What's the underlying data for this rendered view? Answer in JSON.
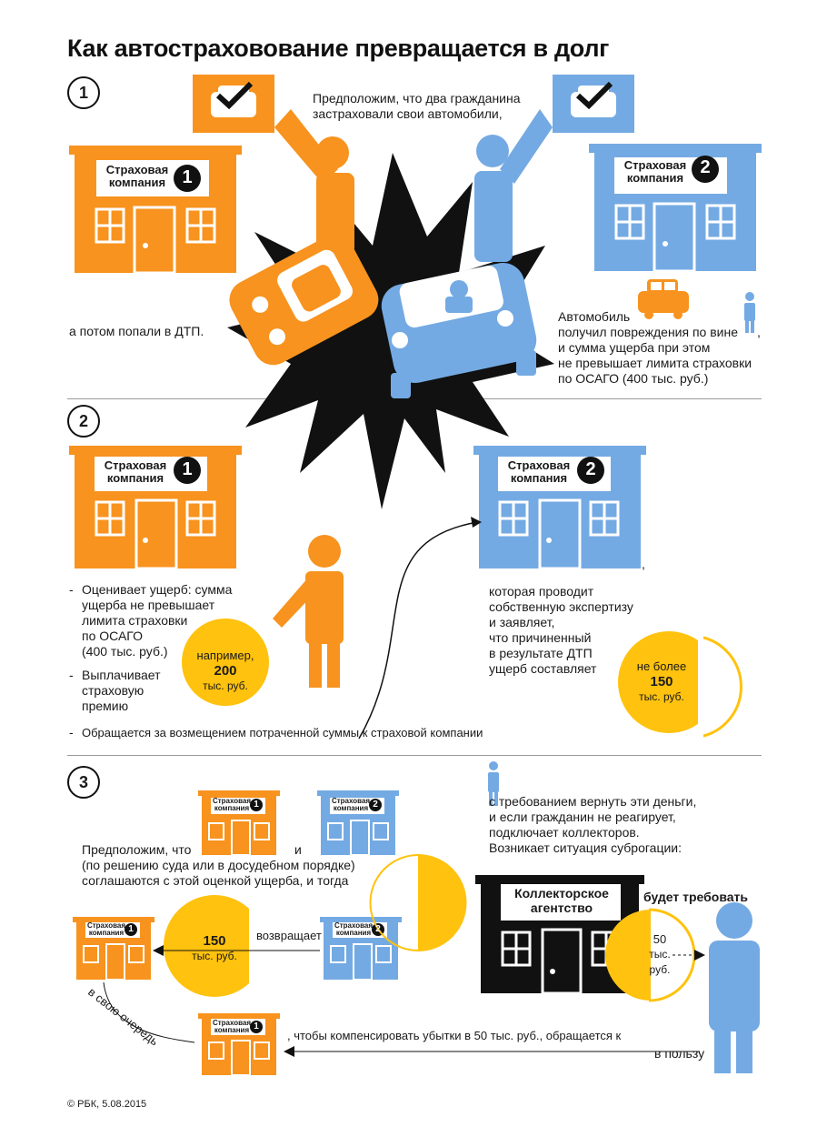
{
  "title": "Как автостраховование превращается в долг",
  "colors": {
    "orange": "#F7931E",
    "blue": "#74AAE3",
    "yellow": "#FFC20E",
    "black": "#111111",
    "white": "#ffffff"
  },
  "company": {
    "label_line1": "Страховая",
    "label_line2": "компания",
    "n1": "1",
    "n2": "2"
  },
  "agency": {
    "line1": "Коллекторское",
    "line2": "агентство"
  },
  "sections": {
    "s1": "1",
    "s2": "2",
    "s3": "3"
  },
  "s1": {
    "intro": "Предположим, что два гражданина\nзастраховали свои автомобили,",
    "accident": "а потом попали в ДТП.",
    "damage_1": "Автомобиль",
    "damage_2": "получил повреждения по вине",
    "damage_2_tail": ",",
    "damage_3": "и сумма ущерба при этом\nне превышает лимита страховки\nпо ОСАГО (400 тыс. руб.)"
  },
  "s2": {
    "b1": "Оценивает ущерб: сумма\nущерба не превышает\nлимита страховки\nпо ОСАГО\n(400 тыс. руб.)",
    "b2": "Выплачивает\nстраховую\nпремию",
    "b3": "Обращается за возмещением потраченной суммы к страховой компании",
    "dash": "-",
    "example_1": "например,",
    "example_2": "200",
    "example_3": "тыс. руб.",
    "comma": ",",
    "company2_text": "которая проводит\nсобственную экспертизу\nи заявляет,\nчто причиненный\nв результате ДТП\nущерб составляет",
    "max_1": "не более",
    "max_2": "150",
    "max_3": "тыс. руб."
  },
  "s3": {
    "suppose_1": "Предположим, что",
    "suppose_and": "и",
    "suppose_2": "(по решению суда или в досудебном порядке)\nсоглашаются с этой оценкой ущерба, и тогда",
    "returns": "возвращает",
    "amount_1": "150",
    "amount_2": "тыс. руб.",
    "in_turn": "в свою очередь",
    "to_compensate": ", чтобы компенсировать убытки в 50 тыс. руб., обращается к",
    "demand": "с требованием вернуть эти деньги,\nи если гражданин не реагирует,\nподключает коллекторов.\nВозникает ситуация суброгации:",
    "will_demand": "будет требовать",
    "debt_1": "50",
    "debt_2": "тыс.",
    "debt_3": "руб.",
    "in_favor": "в пользу"
  },
  "copyright": "© РБК, 5.08.2015"
}
